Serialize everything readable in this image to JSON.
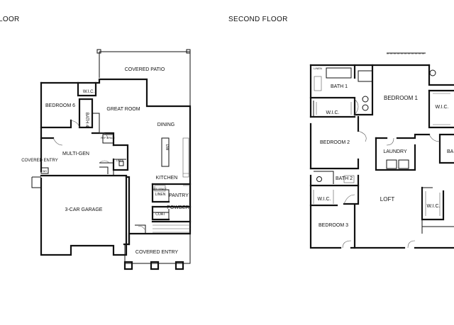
{
  "titles": {
    "first_floor": "LOOR",
    "second_floor": "SECOND FLOOR"
  },
  "first_floor_rooms": {
    "covered_patio": "COVERED PATIO",
    "wic": "W.I.C.",
    "bedroom6": "BEDROOM 6",
    "bath4": "BATH 4",
    "great_room": "GREAT ROOM",
    "dining": "DINING",
    "ref_space": "REF SPACE",
    "multi_gen": "MULTI-GEN",
    "linen": "LINEN",
    "covered_entry_side": "COVERED ENTRY",
    "dw": "DW",
    "kitchen": "KITCHEN",
    "ref_space2": "REF SPACE",
    "linen2": "LINEN",
    "pantry": "PANTRY",
    "powder": "POWDER",
    "coat": "COAT",
    "three_car_garage": "3-CAR GARAGE",
    "covered_entry_front": "COVERED ENTRY",
    "wh": "WH"
  },
  "second_floor_rooms": {
    "linen": "LINEN",
    "bath1": "BATH 1",
    "bedroom1": "BEDROOM 1",
    "wic_bath1": "W.I.C.",
    "wic_bed1": "W.I.C.",
    "bedroom2": "BEDROOM 2",
    "laundry": "LAUNDRY",
    "ba_partial": "BA",
    "bath2": "BATH 2",
    "wic_bed3": "W.I.C.",
    "loft": "LOFT",
    "wic_loft": "W.I.C.",
    "bedroom3": "BEDROOM 3"
  }
}
